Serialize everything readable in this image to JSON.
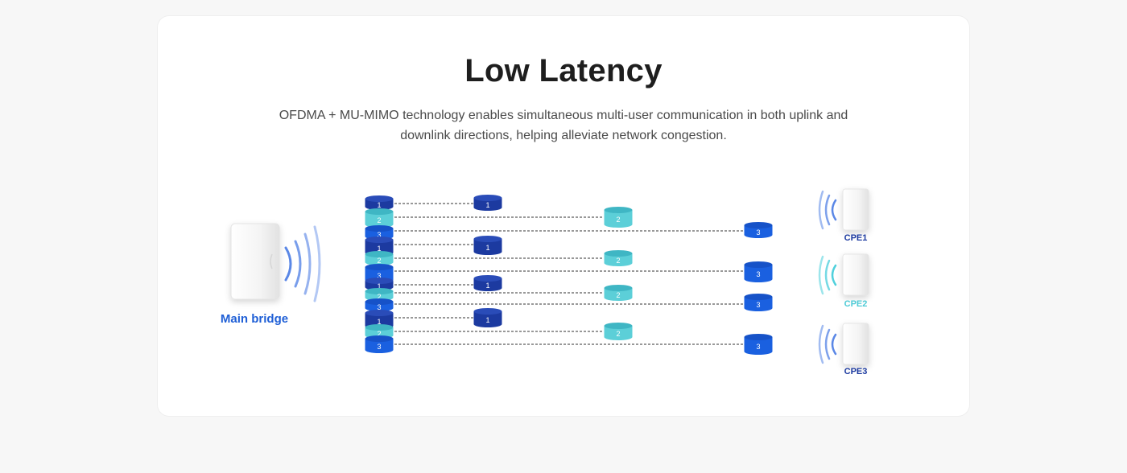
{
  "header": {
    "title": "Low Latency",
    "subtitle": "OFDMA + MU-MIMO technology enables simultaneous multi-user communication in both uplink and downlink directions, helping alleviate network congestion."
  },
  "main_bridge": {
    "label": "Main bridge",
    "color": "#1f5fd6"
  },
  "cpes": [
    {
      "label": "CPE1",
      "color": "#1c3aa0"
    },
    {
      "label": "CPE2",
      "color": "#4ecbd6"
    },
    {
      "label": "CPE3",
      "color": "#1c3aa0"
    }
  ],
  "colors": {
    "stream1": "#1c3aa0",
    "stream2": "#5ccfd8",
    "stream3": "#1a60e0",
    "waves_blue": "#5a87e6",
    "waves_cyan": "#4fd0dc"
  },
  "stack_labels": [
    "1",
    "2",
    "3",
    "1",
    "2",
    "3",
    "1",
    "2",
    "3",
    "1",
    "2",
    "3"
  ],
  "packet_labels": {
    "stream1": [
      "1",
      "1",
      "1",
      "1"
    ],
    "stream2": [
      "2",
      "2",
      "2",
      "2"
    ],
    "stream3": [
      "3",
      "3",
      "3",
      "3"
    ]
  }
}
